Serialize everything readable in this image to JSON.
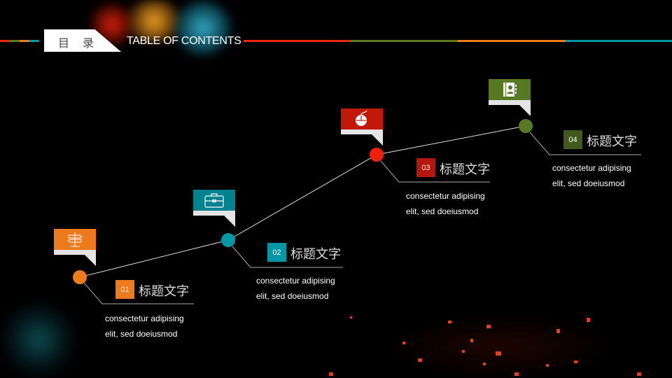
{
  "header": {
    "cn_title_1": "目",
    "cn_title_2": "录",
    "en_title": "TABLE OF CONTENTS"
  },
  "colors": {
    "orange": "#EE7A1E",
    "teal": "#0097A7",
    "red": "#F0200A",
    "green": "#557A22",
    "grey": "#e4e4e4"
  },
  "items": [
    {
      "number": "01",
      "title": "标题文字",
      "line1": "consectetur adipising",
      "line2": "elit, sed doeiusmod",
      "icon": "signpost-icon"
    },
    {
      "number": "02",
      "title": "标题文字",
      "line1": "consectetur adipising",
      "line2": "elit, sed doeiusmod",
      "icon": "briefcase-icon"
    },
    {
      "number": "03",
      "title": "标题文字",
      "line1": "consectetur adipising",
      "line2": "elit, sed doeiusmod",
      "icon": "mouse-icon"
    },
    {
      "number": "04",
      "title": "标题文字",
      "line1": "consectetur adipising",
      "line2": "elit, sed doeiusmod",
      "icon": "contact-book-icon"
    }
  ]
}
